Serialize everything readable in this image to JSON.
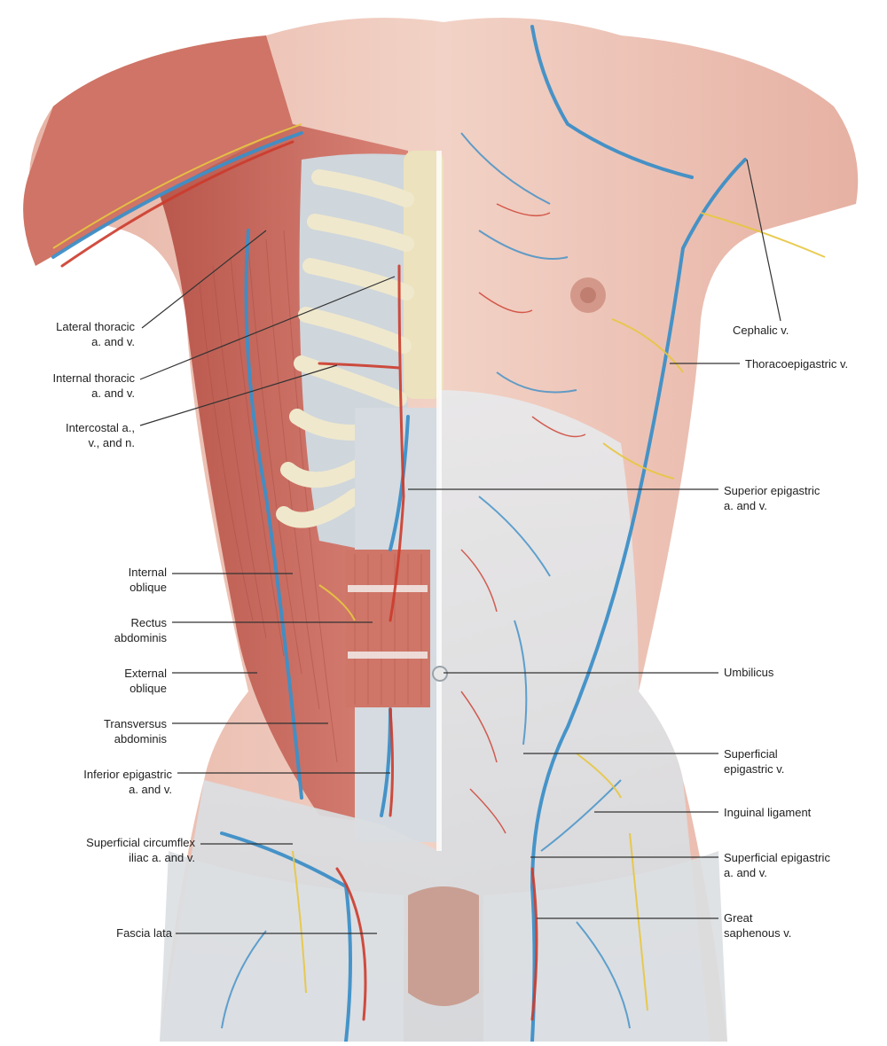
{
  "colors": {
    "background": "#ffffff",
    "skin": "#efcabd",
    "muscle": "#c8665a",
    "fascia": "#dde0e3",
    "bone": "#efe8c8",
    "vein": "#3d8fc7",
    "artery": "#cc3b2c",
    "nerve": "#e7c640",
    "leader": "#333333"
  },
  "labels_left": [
    {
      "id": "lateral-thoracic",
      "lines": [
        "Lateral thoracic",
        "a. and v."
      ]
    },
    {
      "id": "internal-thoracic",
      "lines": [
        "Internal thoracic",
        "a. and v."
      ]
    },
    {
      "id": "intercostal",
      "lines": [
        "Intercostal a.,",
        "v., and n."
      ]
    },
    {
      "id": "internal-oblique",
      "lines": [
        "Internal",
        "oblique"
      ]
    },
    {
      "id": "rectus-abdominis",
      "lines": [
        "Rectus",
        "abdominis"
      ]
    },
    {
      "id": "external-oblique",
      "lines": [
        "External",
        "oblique"
      ]
    },
    {
      "id": "transversus-abdominis",
      "lines": [
        "Transversus",
        "abdominis"
      ]
    },
    {
      "id": "inferior-epigastric",
      "lines": [
        "Inferior epigastric",
        "a. and v."
      ]
    },
    {
      "id": "superficial-circumflex-iliac",
      "lines": [
        "Superficial circumflex",
        "iliac a. and v."
      ]
    },
    {
      "id": "fascia-lata",
      "lines": [
        "Fascia lata"
      ]
    }
  ],
  "labels_right": [
    {
      "id": "cephalic",
      "lines": [
        "Cephalic v."
      ]
    },
    {
      "id": "thoracoepigastric",
      "lines": [
        "Thoracoepigastric v."
      ]
    },
    {
      "id": "superior-epigastric",
      "lines": [
        "Superior epigastric",
        "a. and v."
      ]
    },
    {
      "id": "umbilicus",
      "lines": [
        "Umbilicus"
      ]
    },
    {
      "id": "superficial-epigastric-v",
      "lines": [
        "Superficial",
        "epigastric v."
      ]
    },
    {
      "id": "inguinal-ligament",
      "lines": [
        "Inguinal ligament"
      ]
    },
    {
      "id": "superficial-epigastric-av",
      "lines": [
        "Superficial epigastric",
        "a. and v."
      ]
    },
    {
      "id": "great-saphenous",
      "lines": [
        "Great",
        "saphenous v."
      ]
    }
  ]
}
